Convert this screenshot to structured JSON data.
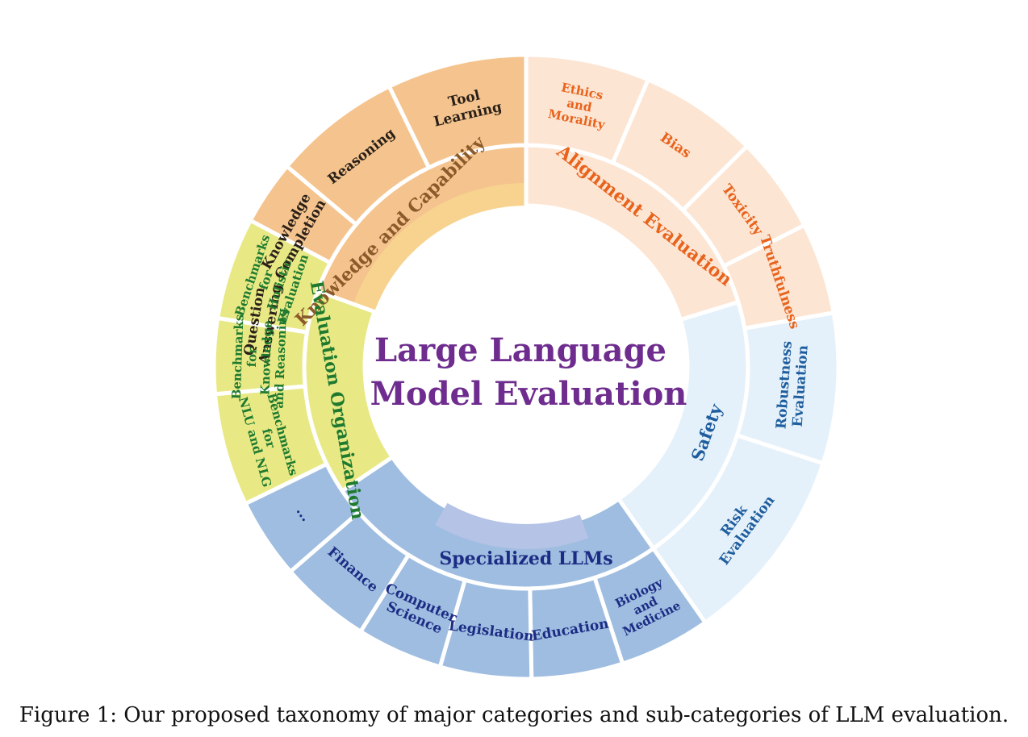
{
  "center_title": [
    "Large Language",
    "Model Evaluation"
  ],
  "caption": "Figure 1: Our proposed taxonomy of major categories and sub-categories of LLM evaluation.",
  "colors": {
    "title": "#6f2c8f",
    "knowledge_fill": "#f5c48e",
    "knowledge_inner": "#f7d38f",
    "knowledge_text": "#8a5a2b",
    "knowledge_sub_text": "#2a2018",
    "alignment_fill": "#fde5d3",
    "alignment_text": "#e8631c",
    "safety_fill": "#e5f1fa",
    "safety_text": "#1f5e9e",
    "specialized_fill": "#9ebde0",
    "specialized_inner": "#b4c3e6",
    "specialized_text": "#1c2c84",
    "evaluation_fill": "#e8e985",
    "evaluation_text": "#1f7a2f"
  },
  "categories": [
    {
      "key": "knowledge",
      "label": "Knowledge and Capability",
      "subs": [
        {
          "lines": [
            "Question",
            "Answering"
          ]
        },
        {
          "lines": [
            "Knowledge",
            "Completion"
          ]
        },
        {
          "lines": [
            "Reasoning"
          ]
        },
        {
          "lines": [
            "Tool",
            "Learning"
          ]
        }
      ]
    },
    {
      "key": "alignment",
      "label": "Alignment Evaluation",
      "subs": [
        {
          "lines": [
            "Ethics",
            "and",
            "Morality"
          ]
        },
        {
          "lines": [
            "Bias"
          ]
        },
        {
          "lines": [
            "Toxicity"
          ]
        },
        {
          "lines": [
            "Truthfulness"
          ]
        }
      ]
    },
    {
      "key": "safety",
      "label": "Safety",
      "subs": [
        {
          "lines": [
            "Robustness",
            "Evaluation"
          ]
        },
        {
          "lines": [
            "Risk",
            "Evaluation"
          ]
        }
      ]
    },
    {
      "key": "specialized",
      "label": "Specialized LLMs",
      "subs": [
        {
          "lines": [
            "Biology",
            "and",
            "Medicine"
          ]
        },
        {
          "lines": [
            "Education"
          ]
        },
        {
          "lines": [
            "Legislation"
          ]
        },
        {
          "lines": [
            "Computer",
            "Science"
          ]
        },
        {
          "lines": [
            "Finance"
          ]
        },
        {
          "lines": [
            "..."
          ]
        }
      ]
    },
    {
      "key": "evaluation",
      "label": "Evaluation Organization",
      "subs": [
        {
          "lines": [
            "Benchmarks",
            "for",
            "NLU and NLG"
          ]
        },
        {
          "lines": [
            "Benchmarks",
            "for",
            "Knowledge",
            "and Reasoning"
          ]
        },
        {
          "lines": [
            "Benchmarks",
            "for",
            "Holistic",
            "Evaluation"
          ]
        }
      ]
    }
  ]
}
